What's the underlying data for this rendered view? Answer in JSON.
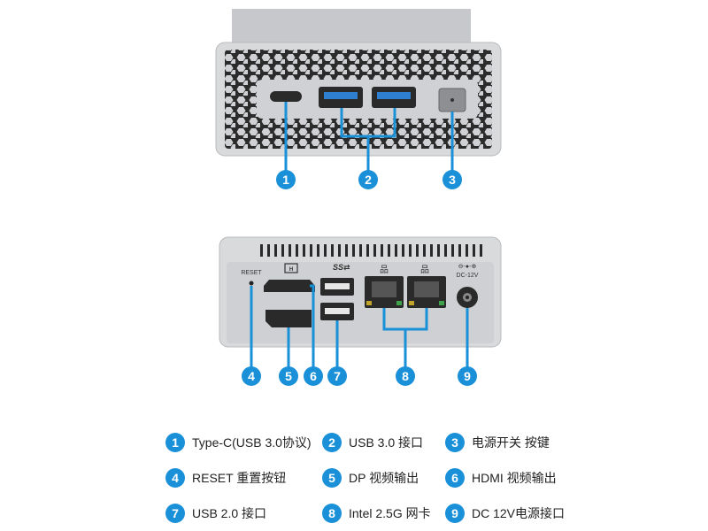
{
  "colors": {
    "accent": "#1a90d8",
    "case": "#d9dadc",
    "panel": "#c9cacd",
    "dark": "#2a2a2a"
  },
  "front_badges": [
    "1",
    "2",
    "3"
  ],
  "back_badges": [
    "4",
    "5",
    "6",
    "7",
    "8",
    "9"
  ],
  "back_labels": {
    "reset": "RESET",
    "dc": "DC-12V"
  },
  "legend": [
    {
      "num": "1",
      "text": "Type-C(USB 3.0协议)"
    },
    {
      "num": "2",
      "text": "USB 3.0 接口"
    },
    {
      "num": "3",
      "text": "电源开关 按键"
    },
    {
      "num": "4",
      "text": "RESET 重置按钮"
    },
    {
      "num": "5",
      "text": "DP 视频输出"
    },
    {
      "num": "6",
      "text": "HDMI 视频输出"
    },
    {
      "num": "7",
      "text": "USB 2.0 接口"
    },
    {
      "num": "8",
      "text": "Intel 2.5G 网卡"
    },
    {
      "num": "9",
      "text": "DC 12V电源接口"
    }
  ]
}
